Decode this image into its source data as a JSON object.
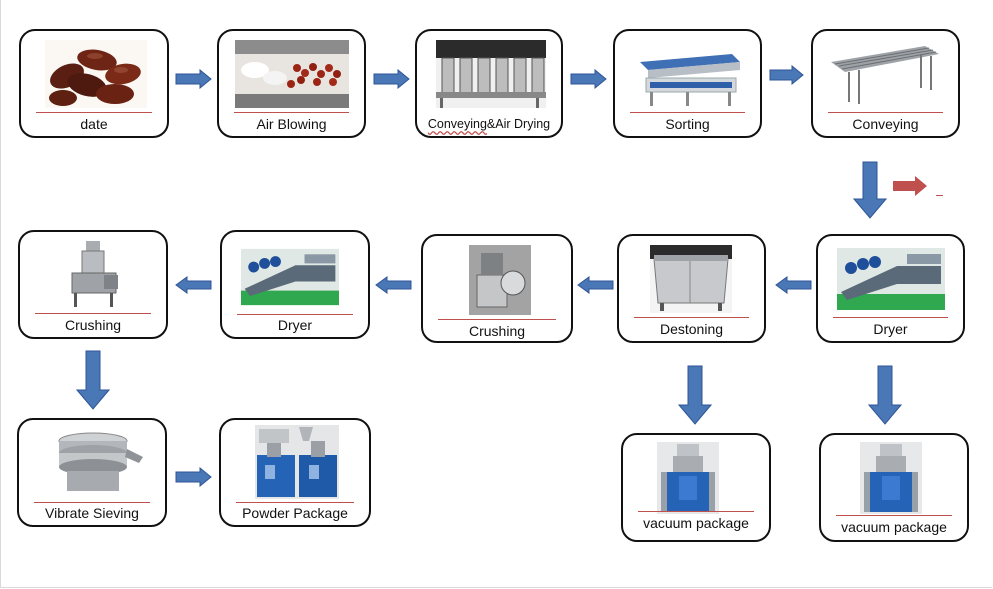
{
  "colors": {
    "arrow_fill": "#4a77b5",
    "arrow_stroke": "#2f5597",
    "red_arrow": "#c0504d",
    "underline": "#c0504d"
  },
  "nodes": {
    "date": {
      "label": "date",
      "icon": "dates-photo"
    },
    "air_blowing": {
      "label": "Air Blowing",
      "icon": "air-blowing-photo"
    },
    "conveying_air_drying": {
      "label_a": "Conveying",
      "label_b": "&Air Drying",
      "icon": "air-drying-machine-photo"
    },
    "sorting": {
      "label": "Sorting",
      "icon": "sorting-machine-photo"
    },
    "conveying": {
      "label": "Conveying",
      "icon": "conveyor-photo"
    },
    "dryer_right": {
      "label": "Dryer",
      "icon": "dryer-line-photo"
    },
    "destoning": {
      "label": "Destoning",
      "icon": "destoning-machine-photo"
    },
    "crushing_mid": {
      "label": "Crushing",
      "icon": "crusher-photo"
    },
    "dryer_left": {
      "label": "Dryer",
      "icon": "dryer-line-photo"
    },
    "crushing_left": {
      "label": "Crushing",
      "icon": "crushing-machine-photo"
    },
    "vibrate_sieving": {
      "label": "Vibrate Sieving",
      "icon": "vibrating-sieve-photo"
    },
    "powder_package": {
      "label": "Powder Package",
      "icon": "powder-packing-machine-photo"
    },
    "vacuum_left": {
      "label": "vacuum package",
      "icon": "vacuum-packing-machine-photo"
    },
    "vacuum_right": {
      "label": "vacuum package",
      "icon": "vacuum-packing-machine-photo"
    }
  }
}
